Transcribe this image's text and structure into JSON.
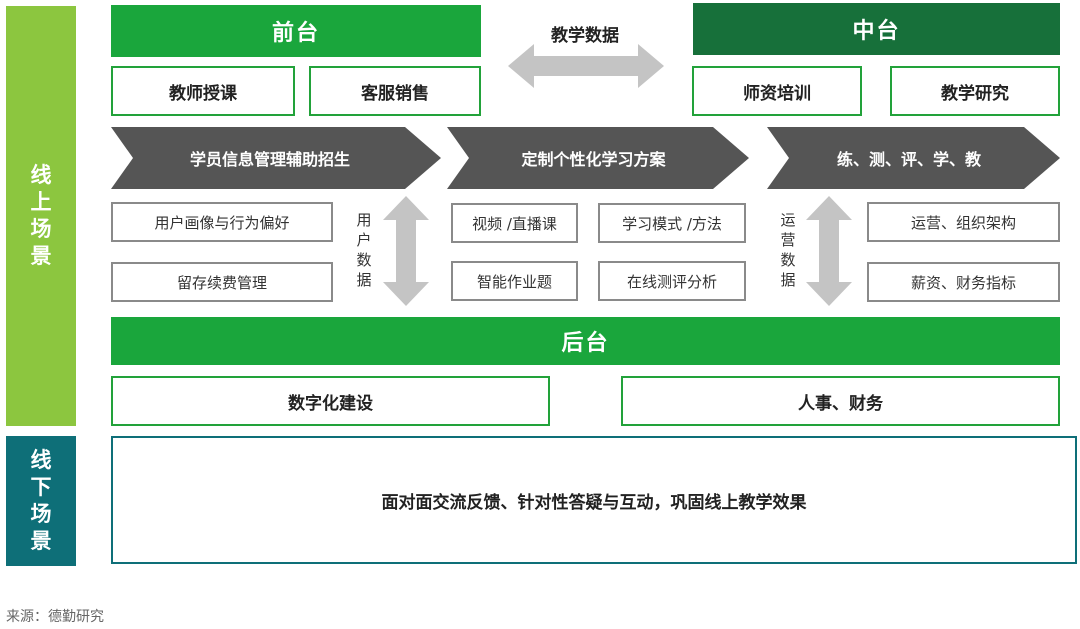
{
  "side_labels": {
    "online": [
      "线",
      "上",
      "场",
      "景"
    ],
    "offline": [
      "线",
      "下",
      "场",
      "景"
    ]
  },
  "front": {
    "title": "前台",
    "items": [
      "教师授课",
      "客服销售"
    ]
  },
  "middle": {
    "title": "中台",
    "items": [
      "师资培训",
      "教学研究"
    ]
  },
  "exchange_label": "教学数据",
  "chevrons": [
    "学员信息管理辅助招生",
    "定制个性化学习方案",
    "练、测、评、学、教"
  ],
  "left_items": [
    "用户画像与行为偏好",
    "留存续费管理"
  ],
  "user_data_label": [
    "用",
    "户",
    "数",
    "据"
  ],
  "center_items": [
    "视频 /直播课",
    "学习模式 /方法",
    "智能作业题",
    "在线测评分析"
  ],
  "ops_data_label": [
    "运",
    "营",
    "数",
    "据"
  ],
  "right_items": [
    "运营、组织架构",
    "薪资、财务指标"
  ],
  "back": {
    "title": "后台",
    "items": [
      "数字化建设",
      "人事、财务"
    ]
  },
  "offline_text": "面对面交流反馈、针对性答疑与互动，巩固线上教学效果",
  "source": "来源：德勤研究",
  "colors": {
    "online_green": "#8cc63f",
    "header_green": "#1aa63c",
    "middle_green": "#17703a",
    "offline_teal": "#0e6f78",
    "chevron_grey": "#555555",
    "arrow_grey": "#c4c4c4"
  }
}
